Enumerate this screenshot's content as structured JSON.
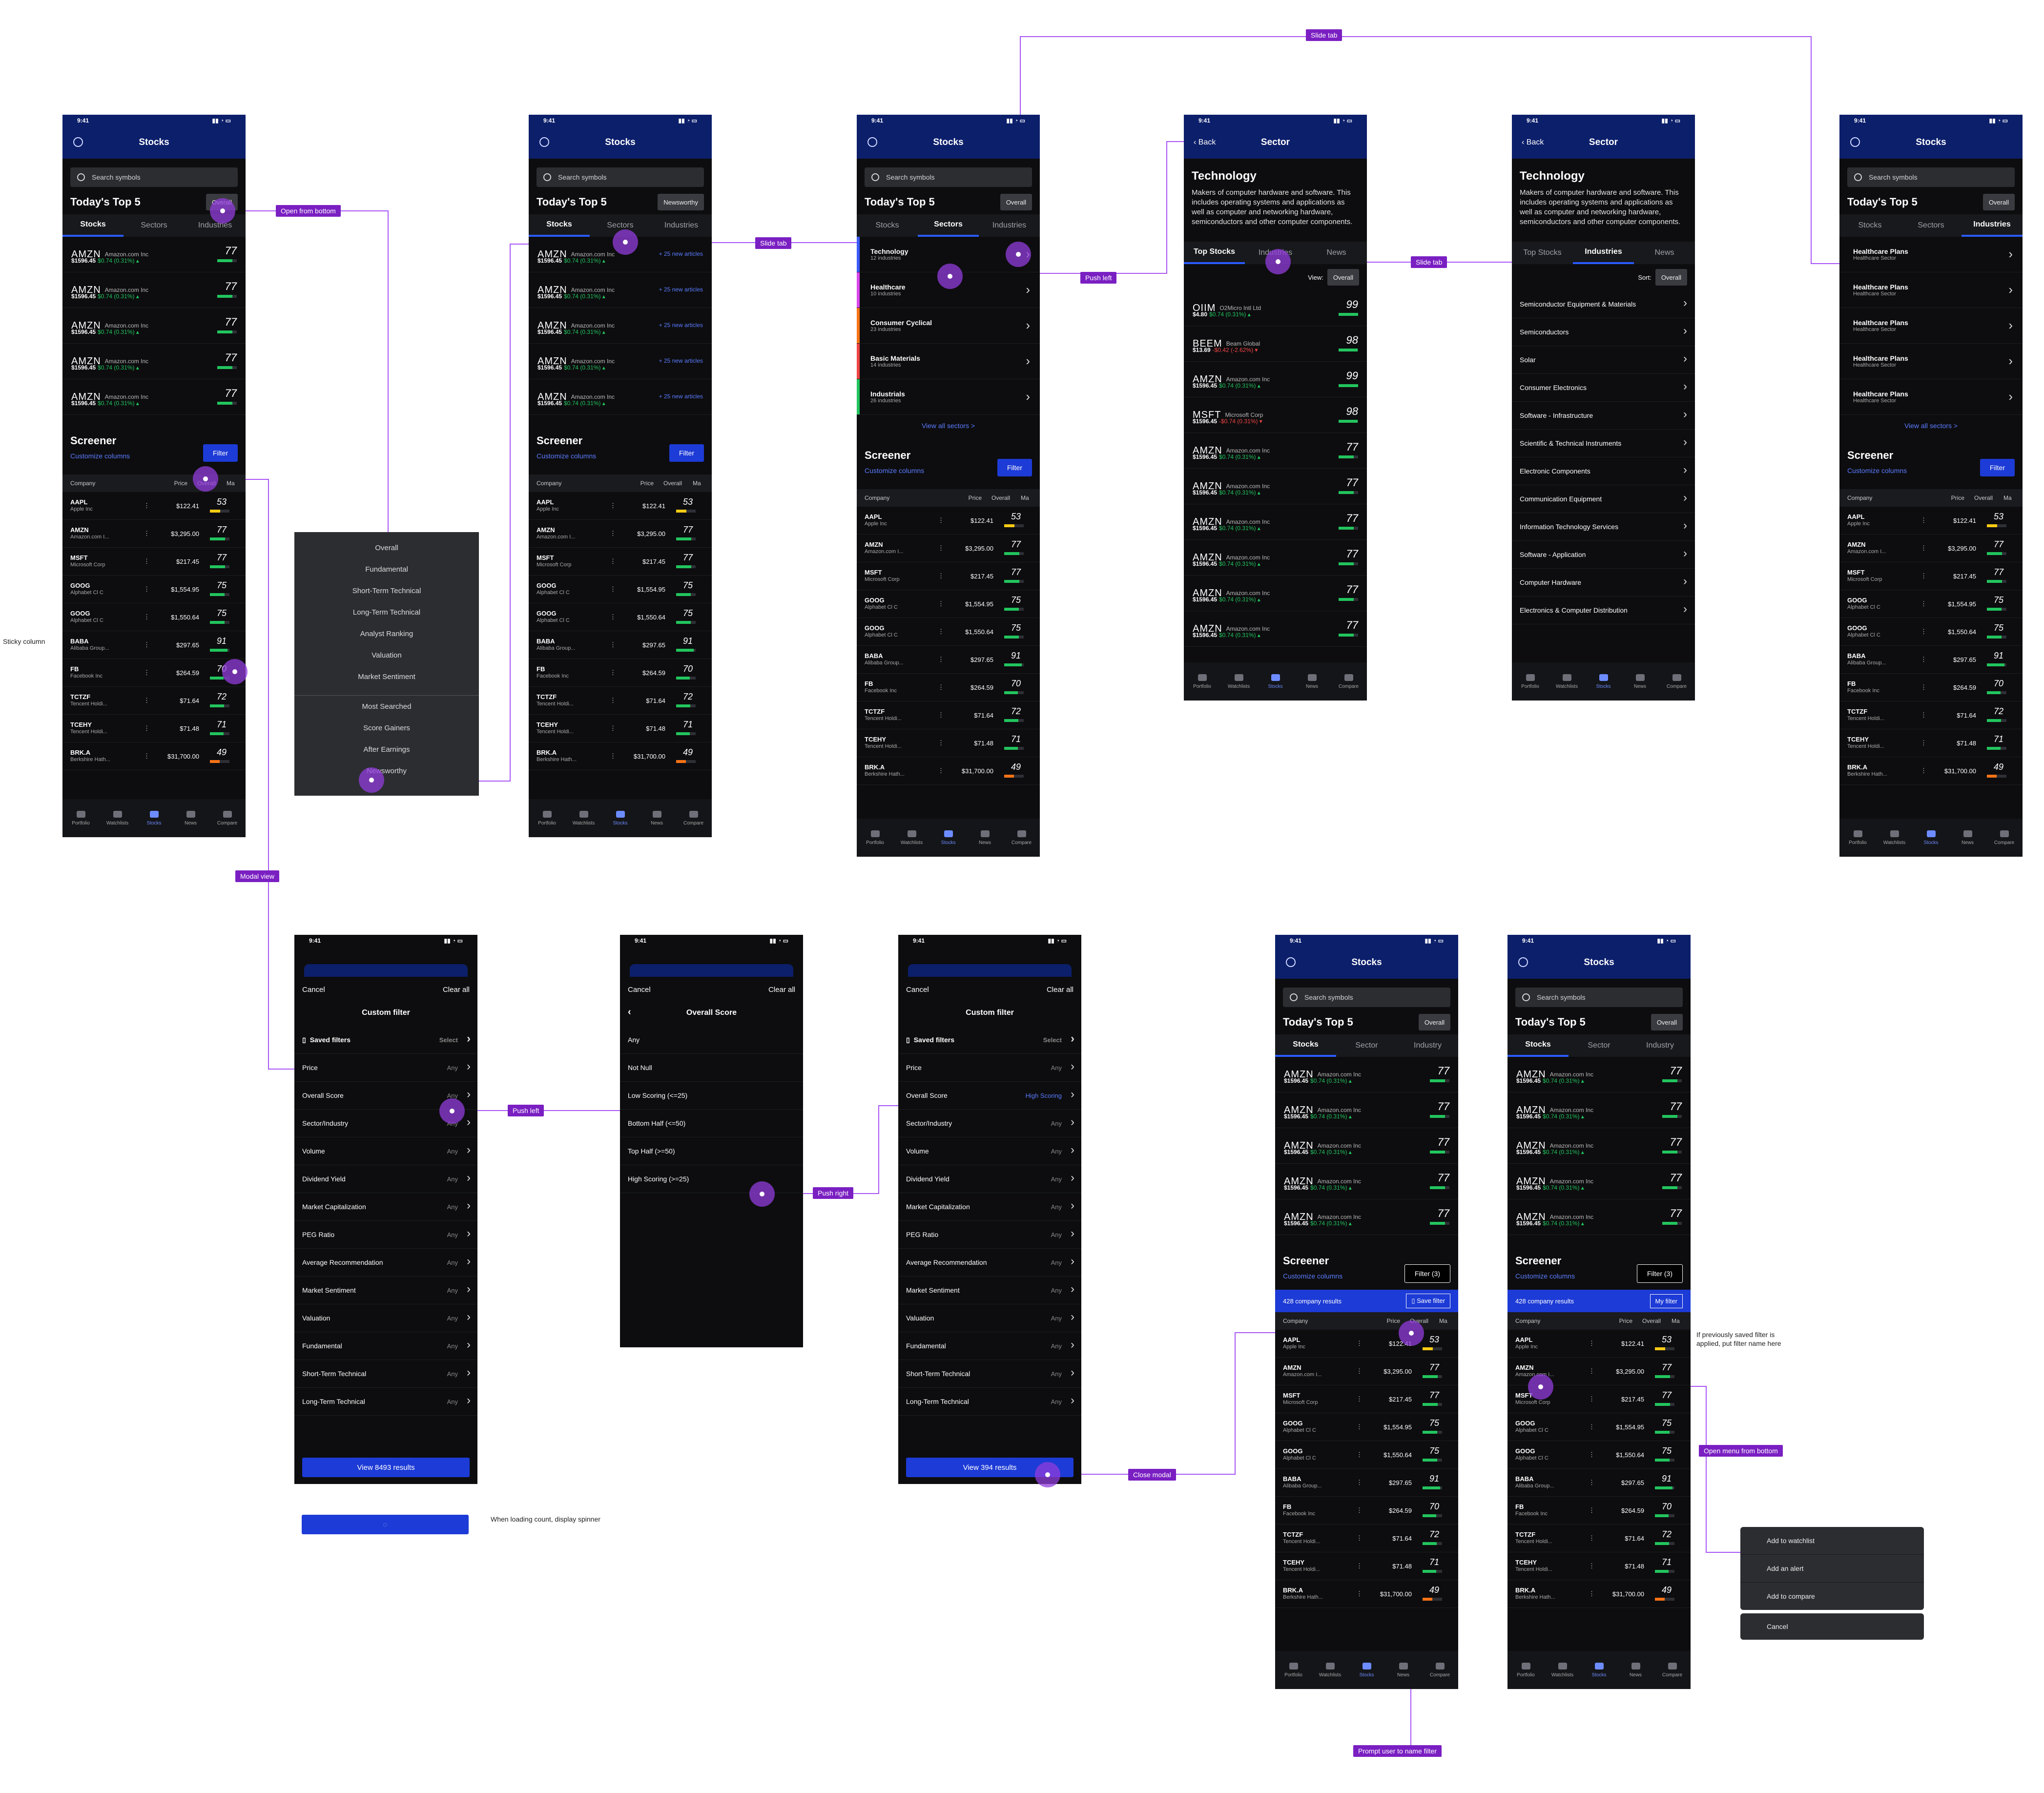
{
  "status_time": "9:41",
  "titles": {
    "stocks": "Stocks",
    "sector": "Sector",
    "back": "Back",
    "search": "Search symbols",
    "today": "Today's Top 5",
    "screener": "Screener",
    "customize": "Customize columns",
    "filter": "Filter",
    "filter3": "Filter (3)",
    "myfilter": "My filter",
    "results": "428 company results",
    "view_all": "View all sectors >",
    "view_label": "View:",
    "sort_label": "Sort:",
    "overall": "Overall",
    "newsworthy": "Newsworthy"
  },
  "tabs": {
    "stocks": "Stocks",
    "sectors": "Sectors",
    "sector": "Sector",
    "industries": "Industries",
    "industry": "Industry",
    "top_stocks": "Top Stocks",
    "news": "News"
  },
  "top5": [
    {
      "t": "AMZN",
      "n": "Amazon.com Inc",
      "p": "$1596.45",
      "c": "$0.74 (0.31%) ▴",
      "s": "77"
    },
    {
      "t": "AMZN",
      "n": "Amazon.com Inc",
      "p": "$1596.45",
      "c": "$0.74 (0.31%) ▴",
      "s": "77"
    },
    {
      "t": "AMZN",
      "n": "Amazon.com Inc",
      "p": "$1596.45",
      "c": "$0.74 (0.31%) ▴",
      "s": "77"
    },
    {
      "t": "AMZN",
      "n": "Amazon.com Inc",
      "p": "$1596.45",
      "c": "$0.74 (0.31%) ▴",
      "s": "77"
    },
    {
      "t": "AMZN",
      "n": "Amazon.com Inc",
      "p": "$1596.45",
      "c": "$0.74 (0.31%) ▴",
      "s": "77"
    }
  ],
  "news_link": "+ 25 new articles",
  "table_head": {
    "company": "Company",
    "price": "Price",
    "overall": "Overall",
    "more": "Ma"
  },
  "table": [
    {
      "t": "AAPL",
      "n": "Apple Inc",
      "p": "$122.41",
      "s": "53",
      "col": "#facc15"
    },
    {
      "t": "AMZN",
      "n": "Amazon.com I...",
      "p": "$3,295.00",
      "s": "77",
      "col": "#22c55e"
    },
    {
      "t": "MSFT",
      "n": "Microsoft Corp",
      "p": "$217.45",
      "s": "77",
      "col": "#22c55e"
    },
    {
      "t": "GOOG",
      "n": "Alphabet Cl C",
      "p": "$1,554.95",
      "s": "75",
      "col": "#22c55e"
    },
    {
      "t": "GOOG",
      "n": "Alphabet Cl C",
      "p": "$1,550.64",
      "s": "75",
      "col": "#22c55e"
    },
    {
      "t": "BABA",
      "n": "Alibaba Group...",
      "p": "$297.65",
      "s": "91",
      "col": "#22c55e"
    },
    {
      "t": "FB",
      "n": "Facebook Inc",
      "p": "$264.59",
      "s": "70",
      "col": "#22c55e"
    },
    {
      "t": "TCTZF",
      "n": "Tencent Holdi...",
      "p": "$71.64",
      "s": "72",
      "col": "#22c55e"
    },
    {
      "t": "TCEHY",
      "n": "Tencent Holdi...",
      "p": "$71.48",
      "s": "71",
      "col": "#22c55e"
    },
    {
      "t": "BRK.A",
      "n": "Berkshire Hath...",
      "p": "$31,700.00",
      "s": "49",
      "col": "#f97316"
    }
  ],
  "nav": [
    "Portfolio",
    "Watchlists",
    "Stocks",
    "News",
    "Compare"
  ],
  "sectors": [
    {
      "n": "Technology",
      "c": "12 industries",
      "col": "#3b5bff"
    },
    {
      "n": "Healthcare",
      "c": "10 industries",
      "col": "#d946ef"
    },
    {
      "n": "Consumer Cyclical",
      "c": "23 industries",
      "col": "#f97316"
    },
    {
      "n": "Basic Materials",
      "c": "14 industries",
      "col": "#ef4444"
    },
    {
      "n": "Industrials",
      "c": "26 industries",
      "col": "#22c55e"
    }
  ],
  "tech_title": "Technology",
  "tech_desc": "Makers of computer hardware and software. This includes operating systems and applications as well as computer and networking hardware, semiconductors and other computer components.",
  "top_stocks": [
    {
      "t": "OIIM",
      "n": "O2Micro Intl Ltd",
      "p": "$4.80",
      "c": "$0.74 (0.31%) ▴",
      "s": "99",
      "neg": false
    },
    {
      "t": "BEEM",
      "n": "Beam Global",
      "p": "$13.69",
      "c": "-$0.42 (-2.62%) ▾",
      "s": "98",
      "neg": true
    },
    {
      "t": "AMZN",
      "n": "Amazon.com Inc",
      "p": "$1596.45",
      "c": "$0.74 (0.31%) ▴",
      "s": "99",
      "neg": false
    },
    {
      "t": "MSFT",
      "n": "Microsoft Corp",
      "p": "$1596.45",
      "c": "-$0.74 (0.31%) ▾",
      "s": "98",
      "neg": true
    },
    {
      "t": "AMZN",
      "n": "Amazon.com Inc",
      "p": "$1596.45",
      "c": "$0.74 (0.31%) ▴",
      "s": "77",
      "neg": false
    },
    {
      "t": "AMZN",
      "n": "Amazon.com Inc",
      "p": "$1596.45",
      "c": "$0.74 (0.31%) ▴",
      "s": "77",
      "neg": false
    },
    {
      "t": "AMZN",
      "n": "Amazon.com Inc",
      "p": "$1596.45",
      "c": "$0.74 (0.31%) ▴",
      "s": "77",
      "neg": false
    },
    {
      "t": "AMZN",
      "n": "Amazon.com Inc",
      "p": "$1596.45",
      "c": "$0.74 (0.31%) ▴",
      "s": "77",
      "neg": false
    },
    {
      "t": "AMZN",
      "n": "Amazon.com Inc",
      "p": "$1596.45",
      "c": "$0.74 (0.31%) ▴",
      "s": "77",
      "neg": false
    },
    {
      "t": "AMZN",
      "n": "Amazon.com Inc",
      "p": "$1596.45",
      "c": "$0.74 (0.31%) ▴",
      "s": "77",
      "neg": false
    }
  ],
  "industries": [
    "Semiconductor Equipment & Materials",
    "Semiconductors",
    "Solar",
    "Consumer Electronics",
    "Software - Infrastructure",
    "Scientific & Technical Instruments",
    "Electronic Components",
    "Communication Equipment",
    "Information Technology Services",
    "Software - Application",
    "Computer Hardware",
    "Electronics & Computer Distribution"
  ],
  "health_plans": {
    "n": "Healthcare Plans",
    "s": "Healthcare Sector"
  },
  "dropdown_menu": [
    "Overall",
    "Fundamental",
    "Short-Term Technical",
    "Long-Term Technical",
    "Analyst Ranking",
    "Valuation",
    "Market Sentiment",
    "Most Searched",
    "Score Gainers",
    "After Earnings",
    "Newsworthy"
  ],
  "filter": {
    "cancel": "Cancel",
    "clear": "Clear all",
    "title": "Custom filter",
    "saved": "Saved filters",
    "select": "Select",
    "any": "Any",
    "high": "High Scoring",
    "view1": "View 8493 results",
    "view2": "View 394 results"
  },
  "filter_rows": [
    "Price",
    "Overall Score",
    "Sector/Industry",
    "Volume",
    "Dividend Yield",
    "Market Capitalization",
    "PEG Ratio",
    "Average Recommendation",
    "Market Sentiment",
    "Valuation",
    "Fundamental",
    "Short-Term Technical",
    "Long-Term Technical"
  ],
  "score_title": "Overall Score",
  "score_opts": [
    "Any",
    "Not Null",
    "Low Scoring (<=25)",
    "Bottom Half (<=50)",
    "Top Half (>=50)",
    "High Scoring (>=25)"
  ],
  "sheet": [
    "Add to watchlist",
    "Add an alert",
    "Add to compare",
    "Cancel"
  ],
  "annotations": {
    "open_bottom": "Open from bottom",
    "slide_tab": "Slide tab",
    "slide_tab2": "Slide tab",
    "slide_tab3": "Slide tab",
    "push_left": "Push left",
    "push_left2": "Push left",
    "push_right": "Push right",
    "modal_view": "Modal view",
    "close_modal": "Close modal",
    "prompt": "Prompt user to name filter",
    "open_menu": "Open menu from bottom"
  },
  "notes": {
    "sticky": "Sticky column",
    "spinner": "When loading count, display spinner",
    "saved": "If previously saved filter is applied, put filter name here"
  }
}
